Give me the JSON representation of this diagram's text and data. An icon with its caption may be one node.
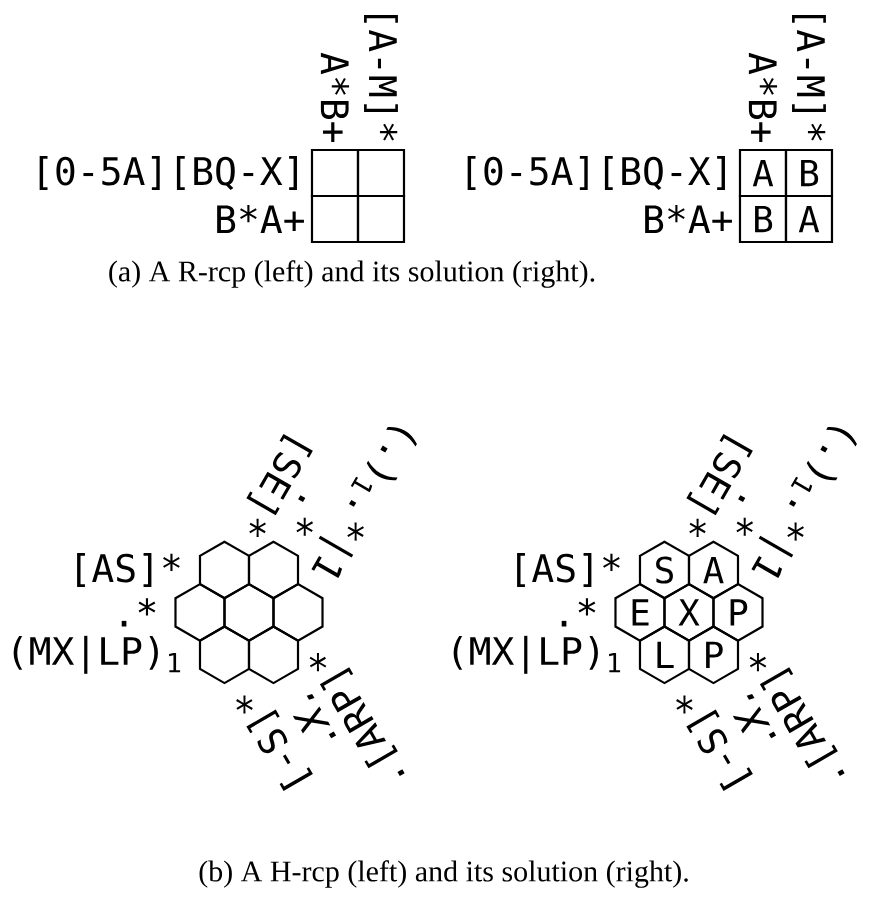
{
  "diagram": {
    "nodes": [
      {
        "text": [],
        "shape": "box"
      },
      {
        "text": [],
        "shape": "box"
      },
      {
        "text": [],
        "shape": "box"
      },
      {
        "text": [],
        "shape": "box"
      },
      {
        "text": [
          "A"
        ]
      },
      {
        "text": [
          "B"
        ]
      },
      {
        "text": [
          "B"
        ]
      },
      {
        "text": [
          "A"
        ]
      },
      {
        "text": [],
        "shape": "hexagon"
      },
      {
        "text": [],
        "shape": "hexagon"
      },
      {
        "text": [],
        "shape": "hexagon"
      },
      {
        "text": [],
        "shape": "hexagon"
      },
      {
        "text": [],
        "shape": "hexagon"
      },
      {
        "text": [],
        "shape": "hexagon"
      },
      {
        "text": [],
        "shape": "hexagon"
      },
      {
        "text": [
          "S"
        ]
      },
      {
        "text": [
          "A"
        ]
      },
      {
        "text": [
          "E"
        ]
      },
      {
        "text": [
          "X"
        ]
      },
      {
        "text": [
          "P"
        ]
      },
      {
        "text": [
          "L"
        ]
      },
      {
        "text": [
          "P"
        ]
      }
    ],
    "labels": [
      "A*B+",
      "[A-M]*",
      "[0-5A][BQ-X]",
      "B*A+",
      "A*B+",
      "[A-M]*",
      "[0-5A][BQ-X]",
      "B*A+",
      "(a) A R-rcp (left) and its solution (right).",
      "[SE]*",
      ".*",
      "(.)$_{1}$.*|1",
      "[AS]*",
      ".*",
      "(MX|LP)$_{1}$",
      "[-S]*",
      ".*X.*",
      ".[ARP]*",
      "[SE]*",
      ".*",
      "(.)$_{1}$.*|1",
      "[AS]*",
      ".*",
      "(MX|LP)$_{1}$",
      "[-S]*",
      ".*X.*",
      ".[ARP]*",
      "(b) A H-rcp (left) and its solution (right)."
    ]
  }
}
